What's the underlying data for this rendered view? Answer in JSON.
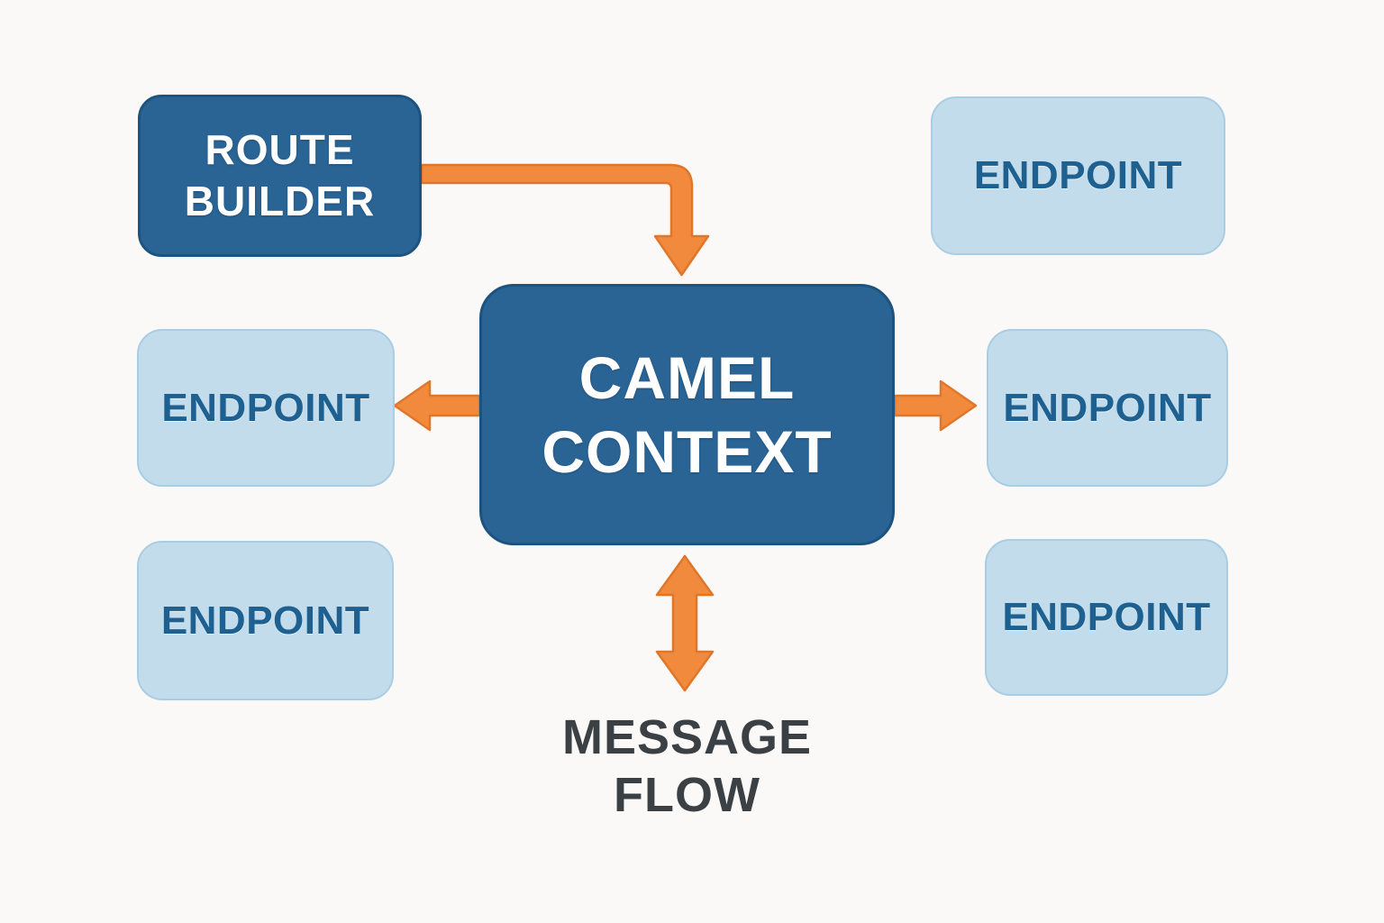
{
  "diagram": {
    "title": "Camel Context message flow diagram",
    "nodes": {
      "route_builder": {
        "label": "ROUTE BUILDER",
        "line1": "ROUTE",
        "line2": "BUILDER"
      },
      "camel_context": {
        "label": "CAMEL CONTEXT",
        "line1": "CAMEL",
        "line2": "CONTEXT"
      },
      "endpoint_top_right": {
        "label": "ENDPOINT"
      },
      "endpoint_middle_left": {
        "label": "ENDPOINT"
      },
      "endpoint_middle_right": {
        "label": "ENDPOINT"
      },
      "endpoint_bottom_left": {
        "label": "ENDPOINT"
      },
      "endpoint_bottom_right": {
        "label": "ENDPOINT"
      }
    },
    "caption": {
      "label": "MESSAGE FLOW",
      "line1": "MESSAGE",
      "line2": "FLOW"
    },
    "arrows": [
      {
        "name": "route-builder-to-camel-context",
        "direction": "down-elbow"
      },
      {
        "name": "camel-context-to-middle-left-endpoint",
        "direction": "left"
      },
      {
        "name": "camel-context-to-middle-right-endpoint",
        "direction": "right"
      },
      {
        "name": "camel-context-message-flow",
        "direction": "bidirectional-vertical"
      }
    ],
    "colors": {
      "background": "#faf9f7",
      "node_dark": "#2a6495",
      "node_dark_border": "#1d537e",
      "node_dark_text": "#ffffff",
      "node_light": "#c2dcec",
      "node_light_border": "#a9cde2",
      "endpoint_text": "#1e6191",
      "arrow": "#f18a3d",
      "arrow_border": "#e0762a",
      "caption_text": "#3b4045"
    }
  }
}
